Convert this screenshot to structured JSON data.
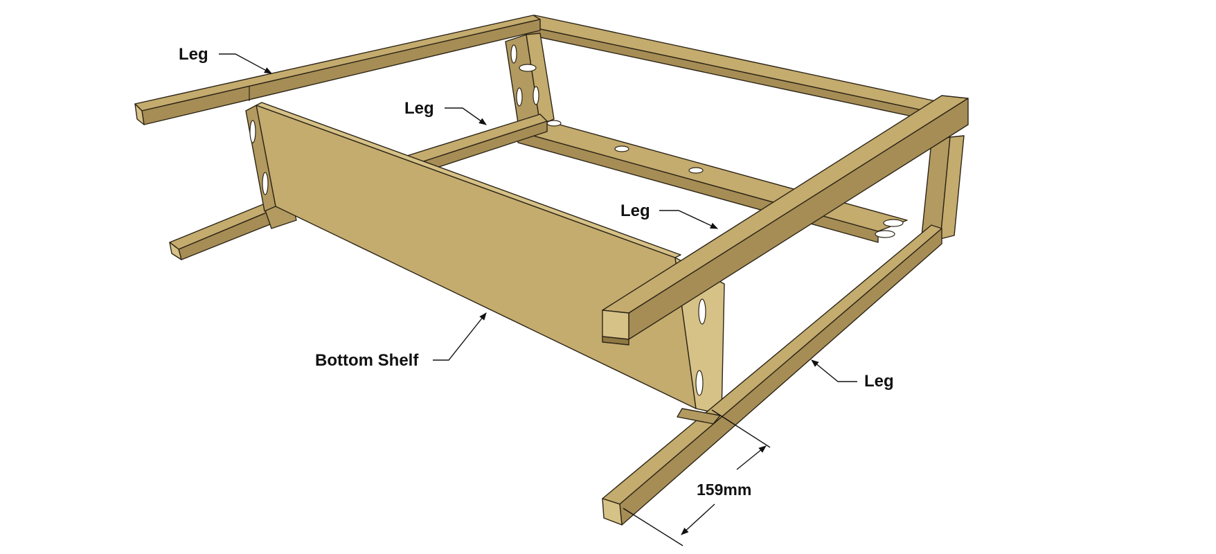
{
  "colors": {
    "wood_top": "#c4ab6e",
    "wood_side": "#a68d55",
    "wood_end": "#d6c287",
    "outline": "#2b2416"
  },
  "callouts": {
    "leg_top_left": "Leg",
    "leg_center": "Leg",
    "leg_right_middle": "Leg",
    "leg_bottom_right": "Leg",
    "bottom_shelf": "Bottom Shelf"
  },
  "dimension": {
    "leg_offset": "159mm"
  }
}
